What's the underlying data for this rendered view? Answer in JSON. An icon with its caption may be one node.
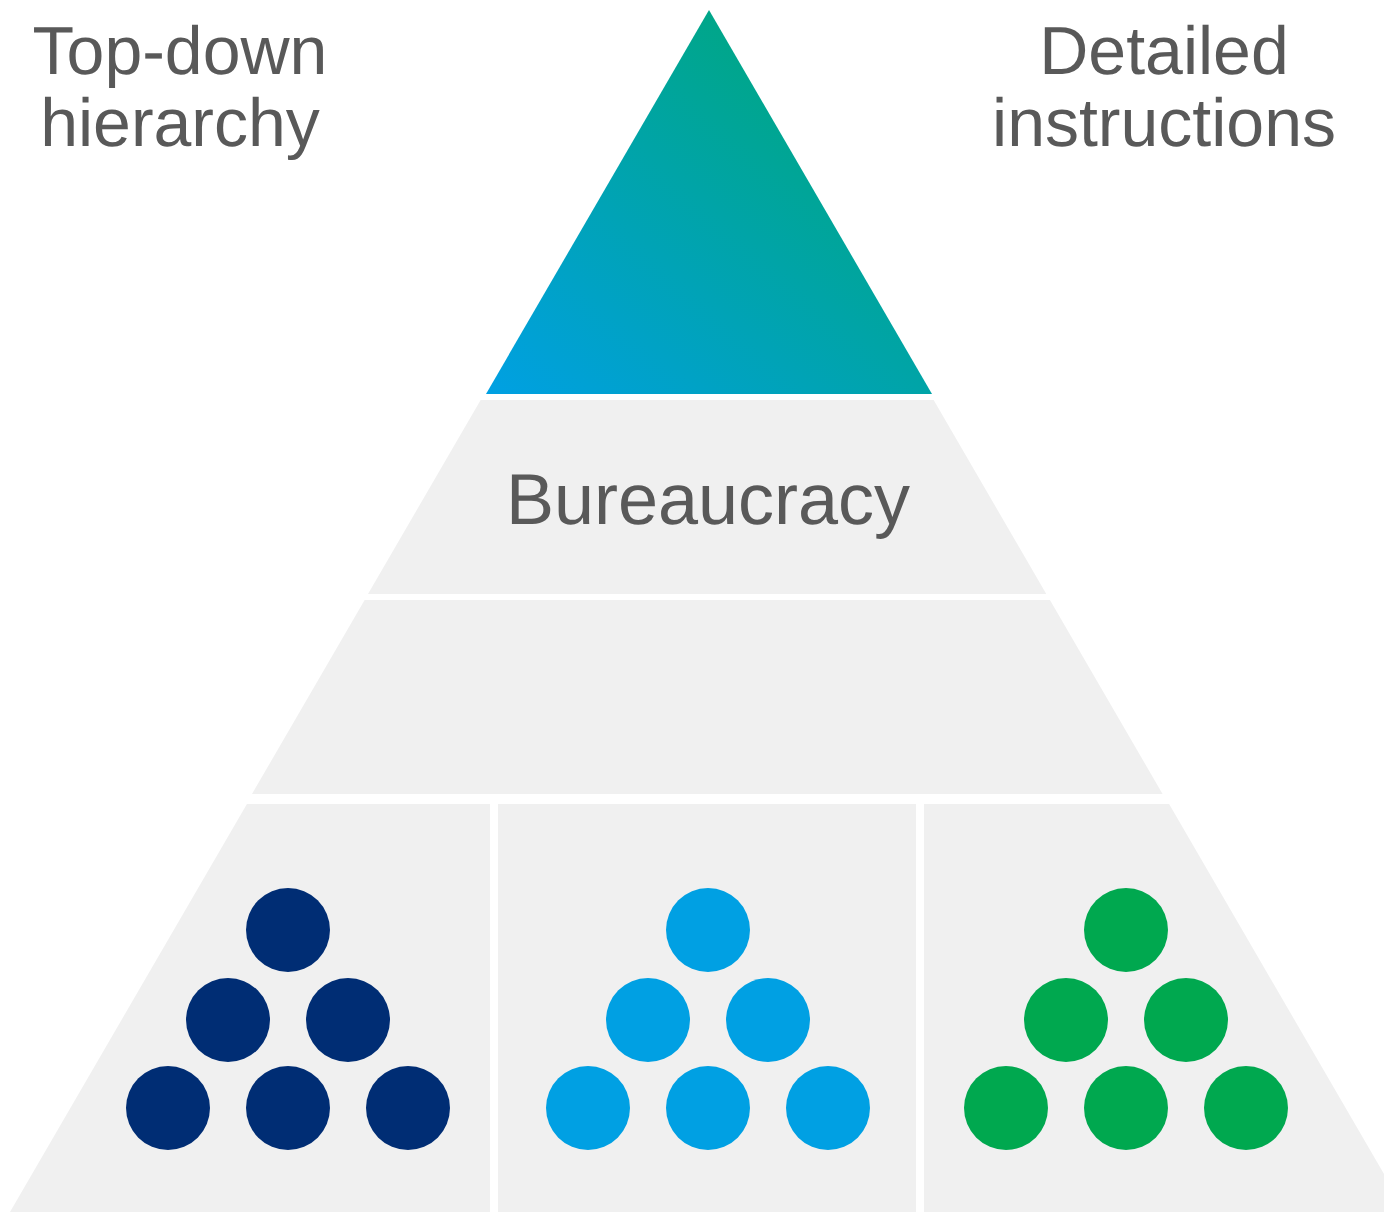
{
  "diagram": {
    "nodes": [
      {
        "text": [],
        "shape": "triangle"
      },
      {
        "text": [
          "Bureaucracy"
        ]
      },
      {
        "text": [],
        "shape": "band"
      },
      {
        "text": [],
        "shape": "box"
      },
      {
        "text": [],
        "shape": "box"
      },
      {
        "text": [],
        "shape": "box"
      }
    ],
    "labels": [
      "Top-down hierarchy",
      "Detailed instructions"
    ]
  }
}
